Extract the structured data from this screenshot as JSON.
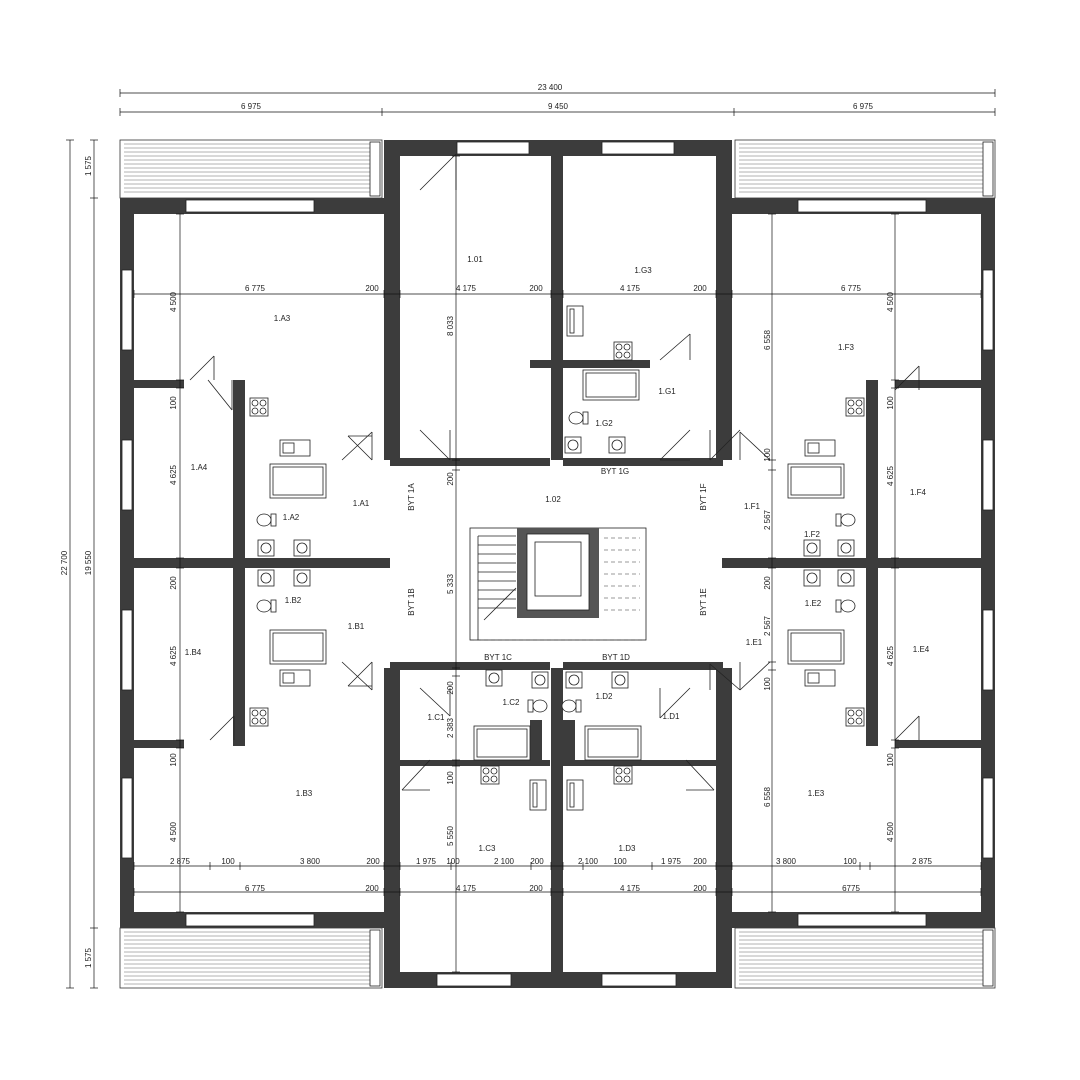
{
  "dimensions": {
    "overall_width": "23 400",
    "left_block": "6 975",
    "middle_block": "9 450",
    "right_block": "6 975",
    "overall_height": "22 700",
    "inner_height": "19 550",
    "balcony_top": "1 575",
    "balcony_bottom": "1 575",
    "row_top_left_1": "6 775",
    "row_top_left_2": "200",
    "row_top_mid_1": "4 175",
    "row_top_mid_2": "200",
    "row_top_mid_3": "4 175",
    "row_top_mid_4": "200",
    "row_top_right": "6 775",
    "row_bot_a": "2 875",
    "row_bot_b": "100",
    "row_bot_c": "3 800",
    "row_bot_d": "200",
    "row_bot_e": "1 975",
    "row_bot_f": "100",
    "row_bot_g": "2 100",
    "row_bot_h": "200",
    "row_bot_i": "2 100",
    "row_bot_j": "100",
    "row_bot_k": "1 975",
    "row_bot_l": "200",
    "row_bot_m": "3 800",
    "row_bot_n": "100",
    "row_bot_o": "2 875",
    "row_bot2_left": "6 775",
    "row_bot2_200a": "200",
    "row_bot2_mid1": "4 175",
    "row_bot2_200b": "200",
    "row_bot2_mid2": "4 175",
    "row_bot2_200c": "200",
    "row_bot2_right": "6775",
    "v_4500_tl": "4 500",
    "v_100_tl": "100",
    "v_4625_l1": "4 625",
    "v_200_l": "200",
    "v_4625_l2": "4 625",
    "v_100_bl": "100",
    "v_4500_bl": "4 500",
    "v_8033": "8 033",
    "v_200_c": "200",
    "v_5333": "5 333",
    "v_200_c2": "200",
    "v_2383": "2 383",
    "v_100_c": "100",
    "v_5550": "5 550",
    "v_6558_tr": "6 558",
    "v_4500_tr": "4 500",
    "v_100_tr": "100",
    "v_4625_r1": "4 625",
    "v_100_r1": "100",
    "v_2567_r1": "2 567",
    "v_200_r": "200",
    "v_2567_r2": "2 567",
    "v_100_r2": "100",
    "v_4625_r2": "4 625",
    "v_100_br": "100",
    "v_6558_br": "6 558",
    "v_4500_br": "4 500"
  },
  "rooms": {
    "r_101": "1.01",
    "r_1g3": "1.G3",
    "r_1a3": "1.A3",
    "r_1f3": "1.F3",
    "r_1g1": "1.G1",
    "r_1g2": "1.G2",
    "r_1a4": "1.A4",
    "r_1a2": "1.A2",
    "r_1a1": "1.A1",
    "r_102": "1.02",
    "r_1f1": "1.F1",
    "r_1f2": "1.F2",
    "r_1f4": "1.F4",
    "r_1b2": "1.B2",
    "r_1b1": "1.B1",
    "r_1b4": "1.B4",
    "r_1e2": "1.E2",
    "r_1e1": "1.E1",
    "r_1e4": "1.E4",
    "r_1c2": "1.C2",
    "r_1d2": "1.D2",
    "r_1c1": "1.C1",
    "r_1d1": "1.D1",
    "r_1b3": "1.B3",
    "r_1e3": "1.E3",
    "r_1c3": "1.C3",
    "r_1d3": "1.D3"
  },
  "units": {
    "byt_1a": "BYT 1A",
    "byt_1b": "BYT 1B",
    "byt_1g": "BYT 1G",
    "byt_1f": "BYT 1F",
    "byt_1e": "BYT 1E",
    "byt_1c": "BYT 1C",
    "byt_1d": "BYT 1D"
  }
}
